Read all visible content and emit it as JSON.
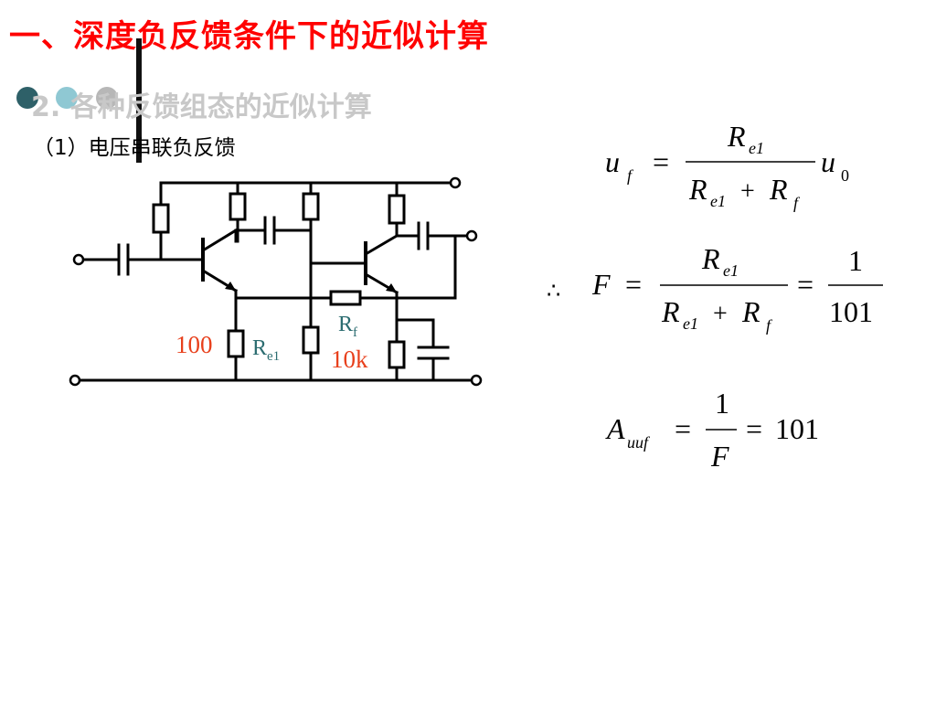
{
  "title": "一、深度负反馈条件下的近似计算",
  "subtitle": "2. 各种反馈组态的近似计算",
  "section": "（1）电压串联负反馈",
  "circuit": {
    "re1_value": "100",
    "re1_label": "R",
    "re1_sub": "e1",
    "rf_label": "R",
    "rf_sub": "f",
    "rf_value": "10k"
  },
  "equations": {
    "eq1": {
      "lhs": "u",
      "lhs_sub": "f",
      "num": "R",
      "num_sub": "e1",
      "den_a": "R",
      "den_a_sub": "e1",
      "plus": "+",
      "den_b": "R",
      "den_b_sub": "f",
      "rhs": "u",
      "rhs_sub": "0",
      "eq": "="
    },
    "eq2": {
      "therefore": "∴",
      "lhs": "F",
      "num": "R",
      "num_sub": "e1",
      "den_a": "R",
      "den_a_sub": "e1",
      "plus": "+",
      "den_b": "R",
      "den_b_sub": "f",
      "eq": "=",
      "frac_num": "1",
      "frac_den": "101"
    },
    "eq3": {
      "lhs": "A",
      "lhs_sub": "uuf",
      "eq": "=",
      "num": "1",
      "den": "F",
      "result": "101"
    }
  }
}
